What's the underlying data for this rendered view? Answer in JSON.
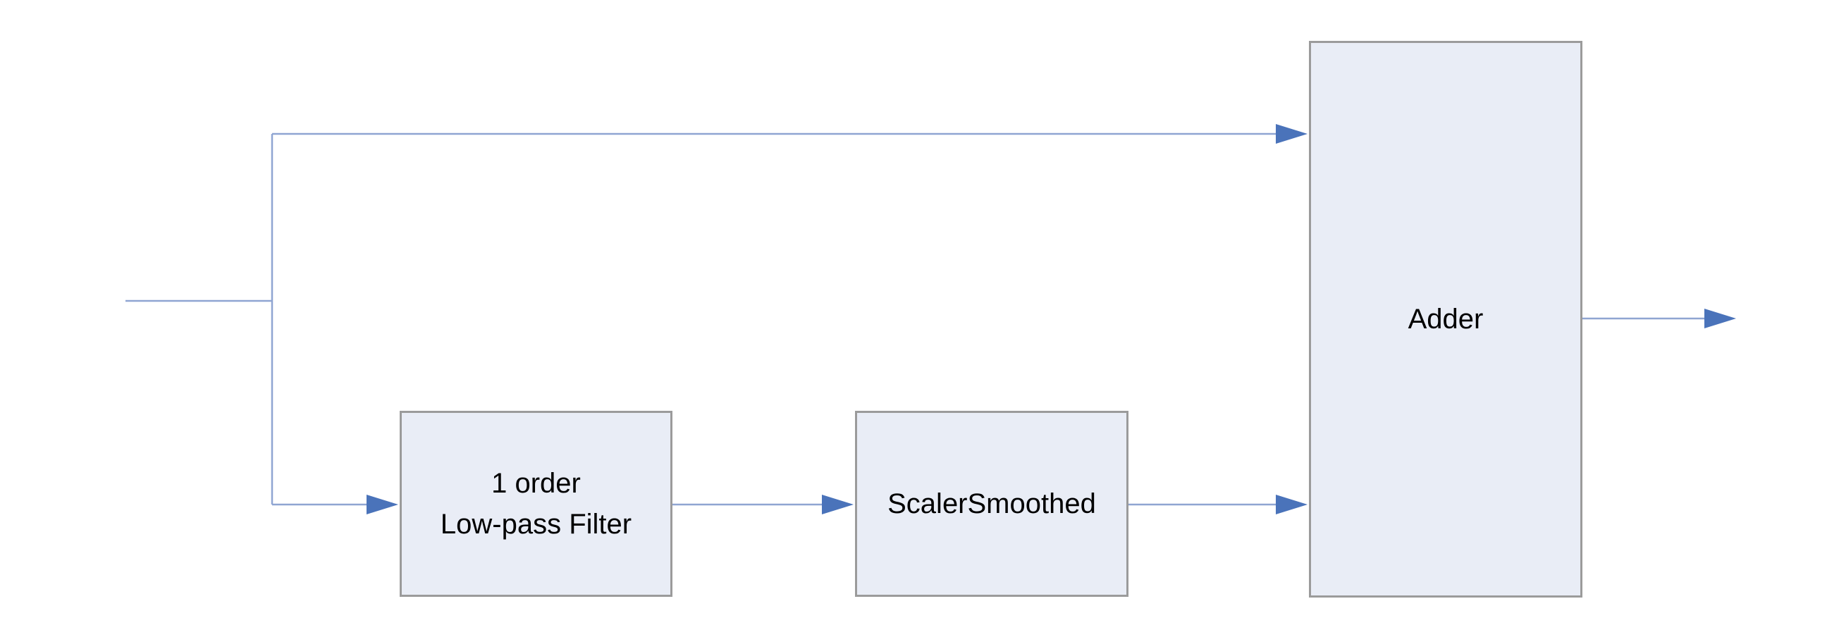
{
  "diagram": {
    "type": "block-diagram",
    "description": "Signal flow: an input splits into a direct path and a filtered path (1 order Low-pass Filter then ScalerSmoothed); both paths feed into an Adder which produces the output.",
    "blocks": [
      {
        "id": "lowpass",
        "label": "1 order\nLow-pass Filter"
      },
      {
        "id": "scaler",
        "label": "ScalerSmoothed"
      },
      {
        "id": "adder",
        "label": "Adder"
      }
    ],
    "connections": [
      {
        "from": "input",
        "to": "split-junction",
        "style": "plain line"
      },
      {
        "from": "split-junction",
        "to": "adder",
        "route": "top direct path",
        "arrowhead": true
      },
      {
        "from": "split-junction",
        "to": "lowpass",
        "route": "bottom path",
        "arrowhead": true
      },
      {
        "from": "lowpass",
        "to": "scaler",
        "arrowhead": true
      },
      {
        "from": "scaler",
        "to": "adder",
        "arrowhead": true
      },
      {
        "from": "adder",
        "to": "output",
        "arrowhead": true
      }
    ]
  },
  "colors": {
    "background": "#ffffff",
    "block_fill": "#e9edf6",
    "block_border": "#9b9b9b",
    "connector_line": "#8fa5d2",
    "arrowhead": "#4a73ba",
    "text": "#000000"
  }
}
